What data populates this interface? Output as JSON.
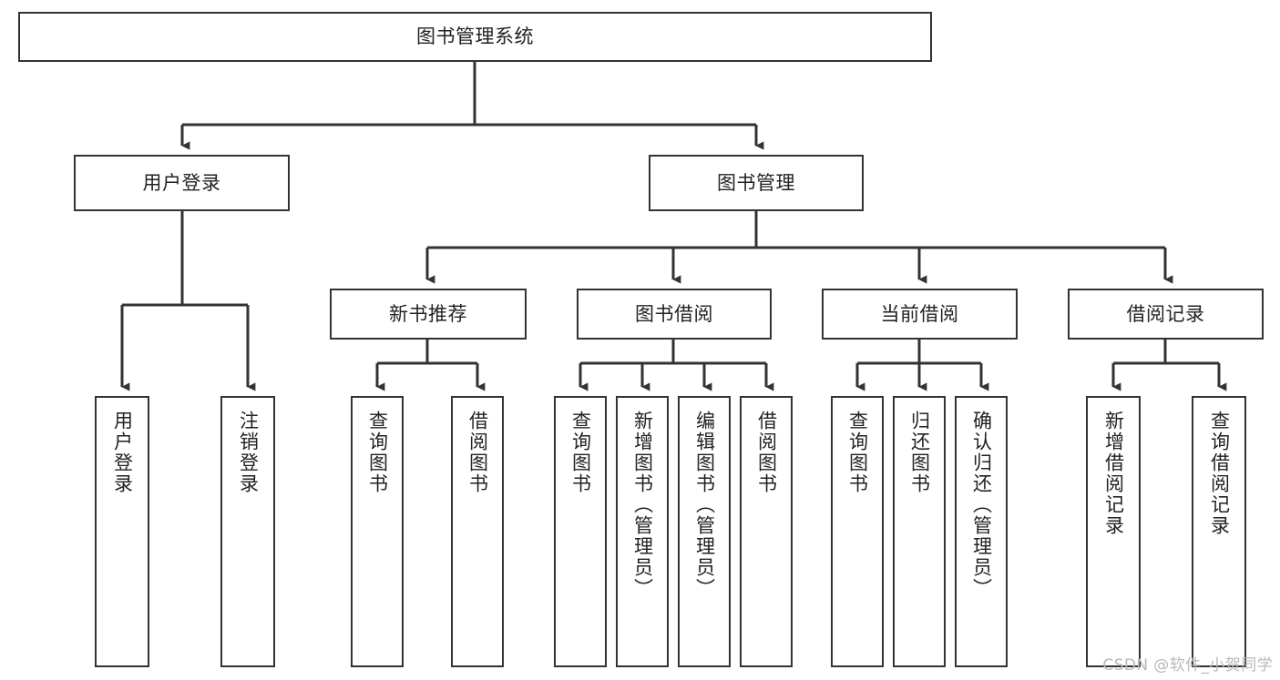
{
  "diagram": {
    "type": "tree-hierarchy",
    "title": "图书管理系统",
    "watermark": "CSDN @软件_小贺同学",
    "colors": {
      "box_border": "#333333",
      "box_fill": "#ffffff",
      "edge": "#333333",
      "text": "#222222",
      "watermark": "#b9b9b9",
      "background": "#ffffff"
    },
    "levels": [
      {
        "level": 1,
        "nodes": [
          {
            "id": "root",
            "label": "图书管理系统",
            "orientation": "horizontal"
          }
        ]
      },
      {
        "level": 2,
        "nodes": [
          {
            "id": "login",
            "label": "用户登录",
            "orientation": "horizontal",
            "parent": "root"
          },
          {
            "id": "bookmgmt",
            "label": "图书管理",
            "orientation": "horizontal",
            "parent": "root"
          }
        ]
      },
      {
        "level": 3,
        "nodes": [
          {
            "id": "newbook",
            "label": "新书推荐",
            "orientation": "horizontal",
            "parent": "bookmgmt"
          },
          {
            "id": "borrow",
            "label": "图书借阅",
            "orientation": "horizontal",
            "parent": "bookmgmt"
          },
          {
            "id": "current",
            "label": "当前借阅",
            "orientation": "horizontal",
            "parent": "bookmgmt"
          },
          {
            "id": "records",
            "label": "借阅记录",
            "orientation": "horizontal",
            "parent": "bookmgmt"
          }
        ]
      },
      {
        "level": 4,
        "nodes": [
          {
            "id": "leaf1",
            "label": "用户登录",
            "orientation": "vertical",
            "parent": "login"
          },
          {
            "id": "leaf2",
            "label": "注销登录",
            "orientation": "vertical",
            "parent": "login"
          },
          {
            "id": "leaf3",
            "label": "查询图书",
            "orientation": "vertical",
            "parent": "newbook"
          },
          {
            "id": "leaf4",
            "label": "借阅图书",
            "orientation": "vertical",
            "parent": "newbook"
          },
          {
            "id": "leaf5",
            "label": "查询图书",
            "orientation": "vertical",
            "parent": "borrow"
          },
          {
            "id": "leaf6",
            "label": "新增图书（管理员）",
            "orientation": "vertical",
            "parent": "borrow"
          },
          {
            "id": "leaf7",
            "label": "编辑图书（管理员）",
            "orientation": "vertical",
            "parent": "borrow"
          },
          {
            "id": "leaf8",
            "label": "借阅图书",
            "orientation": "vertical",
            "parent": "borrow"
          },
          {
            "id": "leaf9",
            "label": "查询图书",
            "orientation": "vertical",
            "parent": "current"
          },
          {
            "id": "leaf10",
            "label": "归还图书",
            "orientation": "vertical",
            "parent": "current"
          },
          {
            "id": "leaf11",
            "label": "确认归还（管理员）",
            "orientation": "vertical",
            "parent": "current"
          },
          {
            "id": "leaf12",
            "label": "新增借阅记录",
            "orientation": "vertical",
            "parent": "records"
          },
          {
            "id": "leaf13",
            "label": "查询借阅记录",
            "orientation": "vertical",
            "parent": "records"
          }
        ]
      }
    ]
  }
}
